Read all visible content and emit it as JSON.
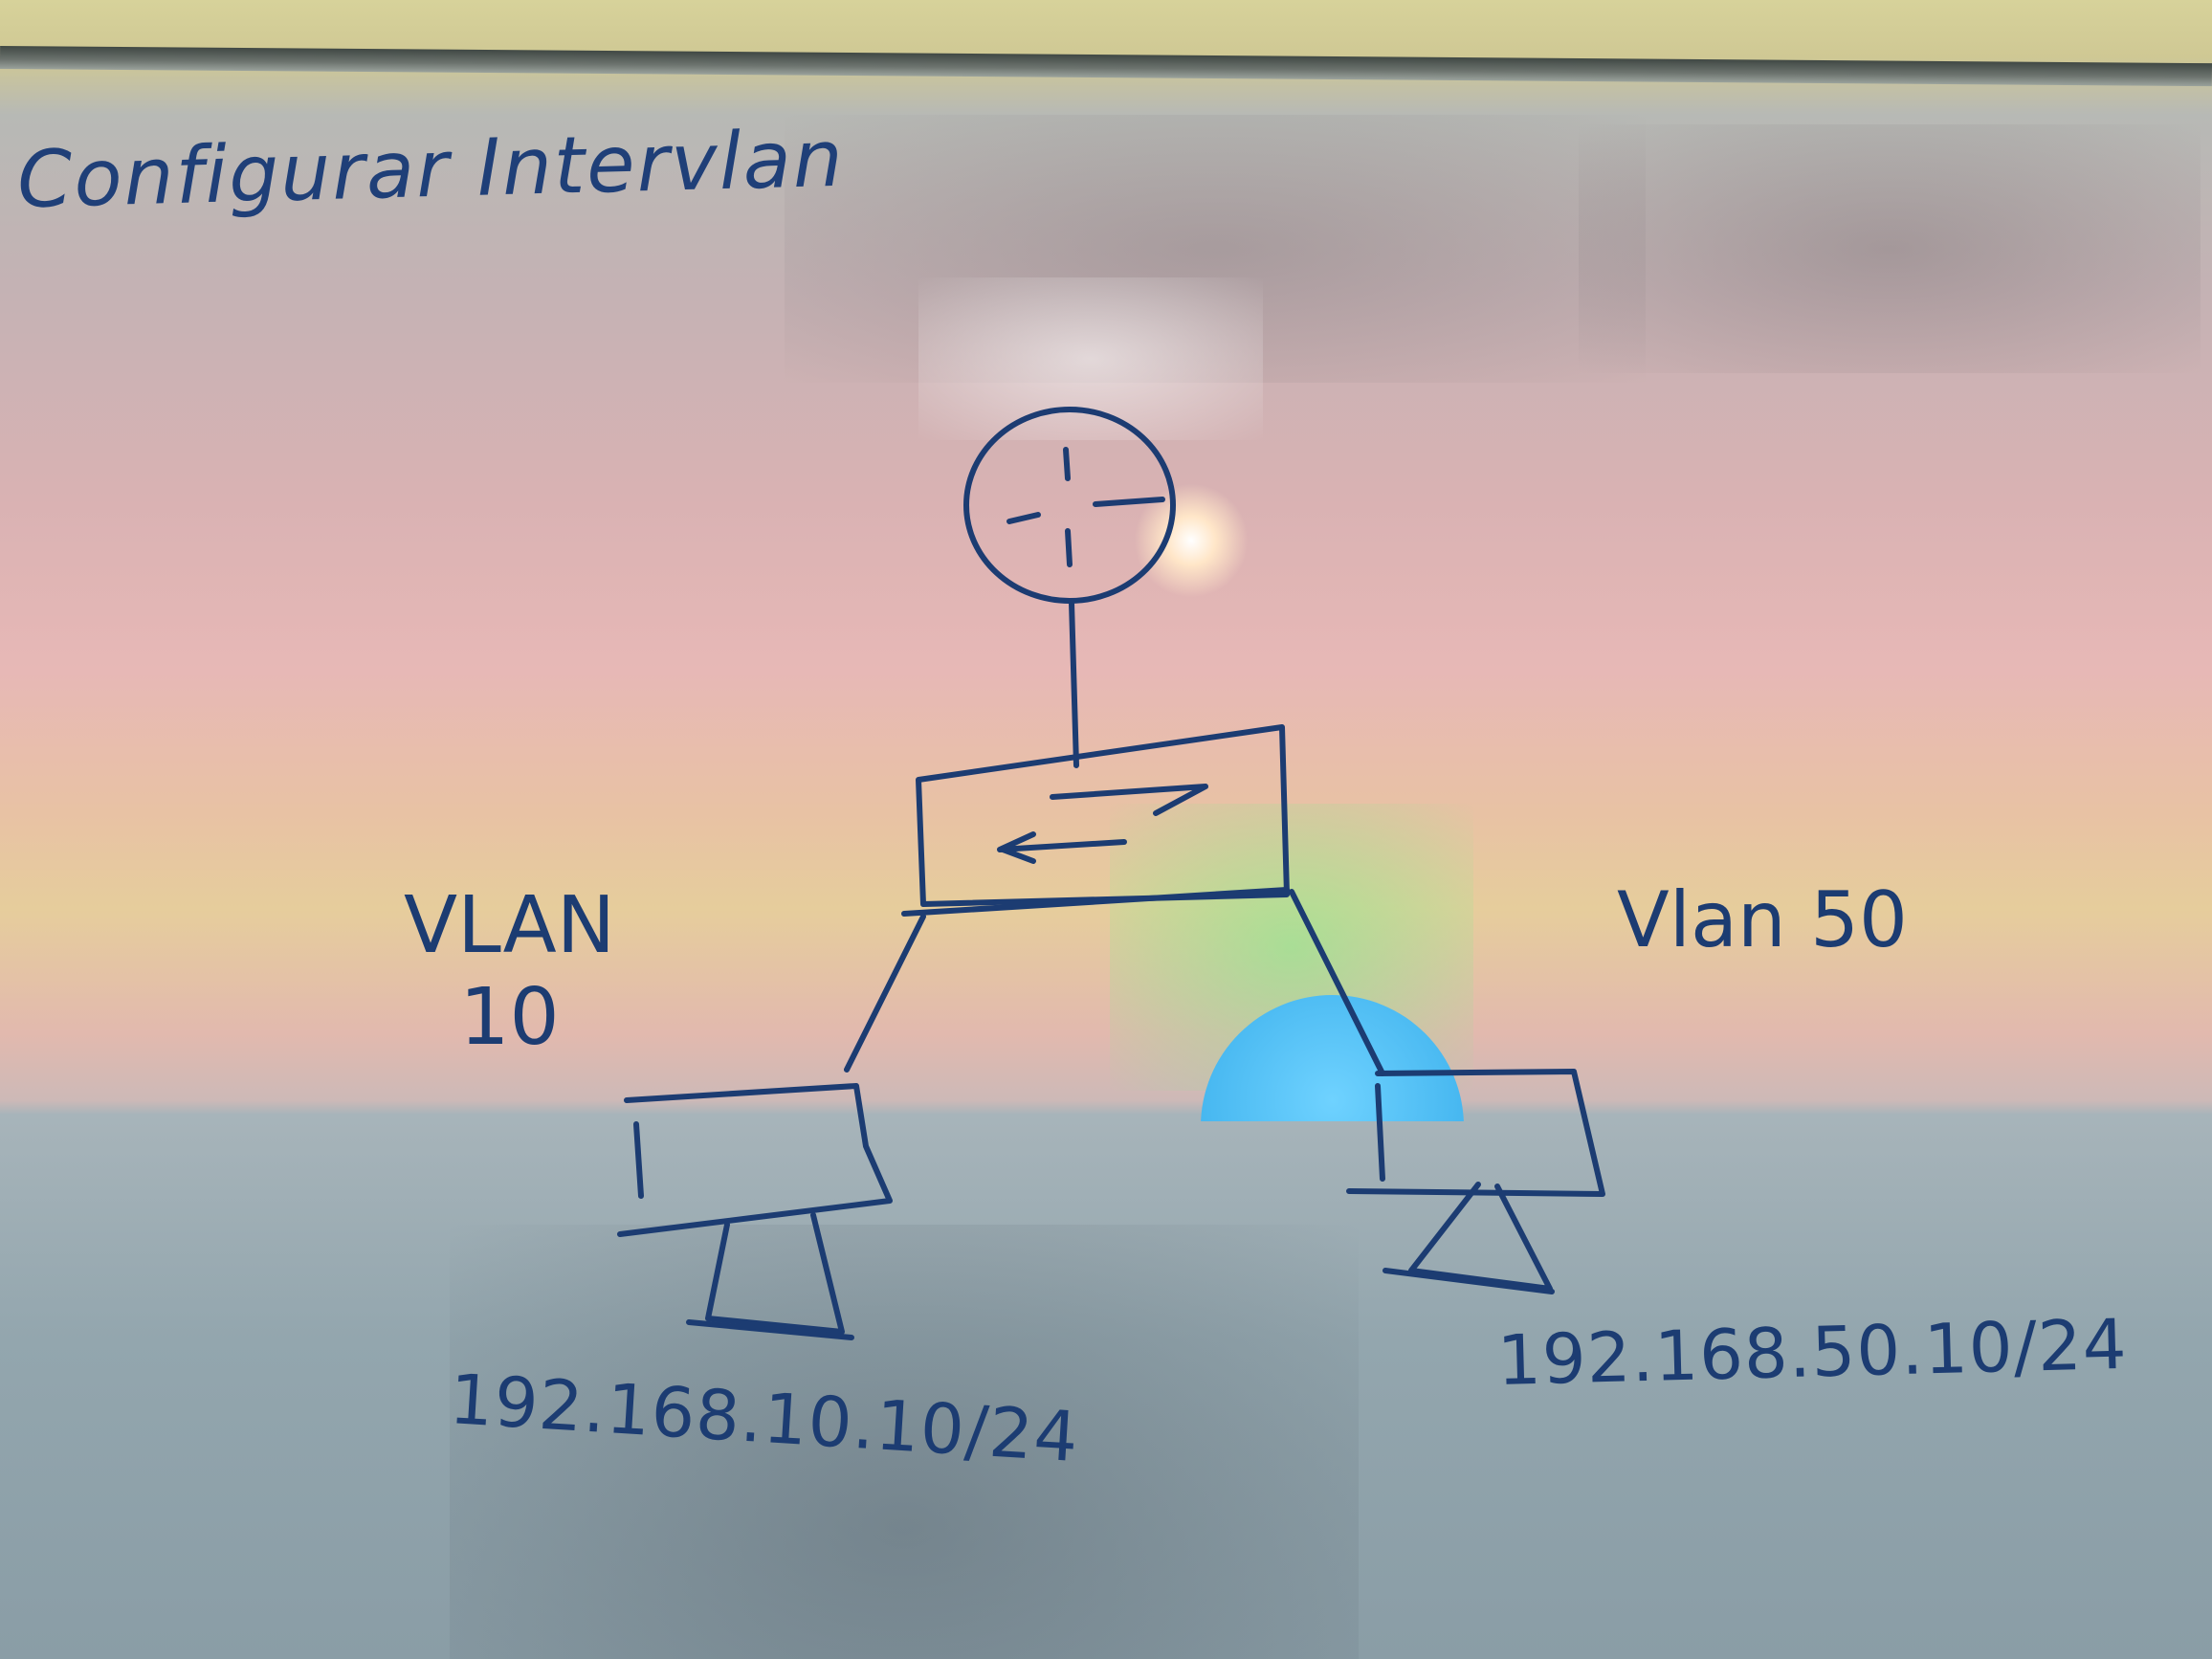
{
  "title": "Configurar Intervlan",
  "vlan_left": {
    "line1": "VLAN",
    "line2": "10"
  },
  "vlan_right": "Vlan 50",
  "ip_left": "192.168.10.10/24",
  "ip_right": "192.168.50.10/24",
  "colors": {
    "ink": "#1c3c72"
  },
  "icons": [
    "router-icon",
    "switch-icon",
    "pc-left-icon",
    "pc-right-icon"
  ]
}
